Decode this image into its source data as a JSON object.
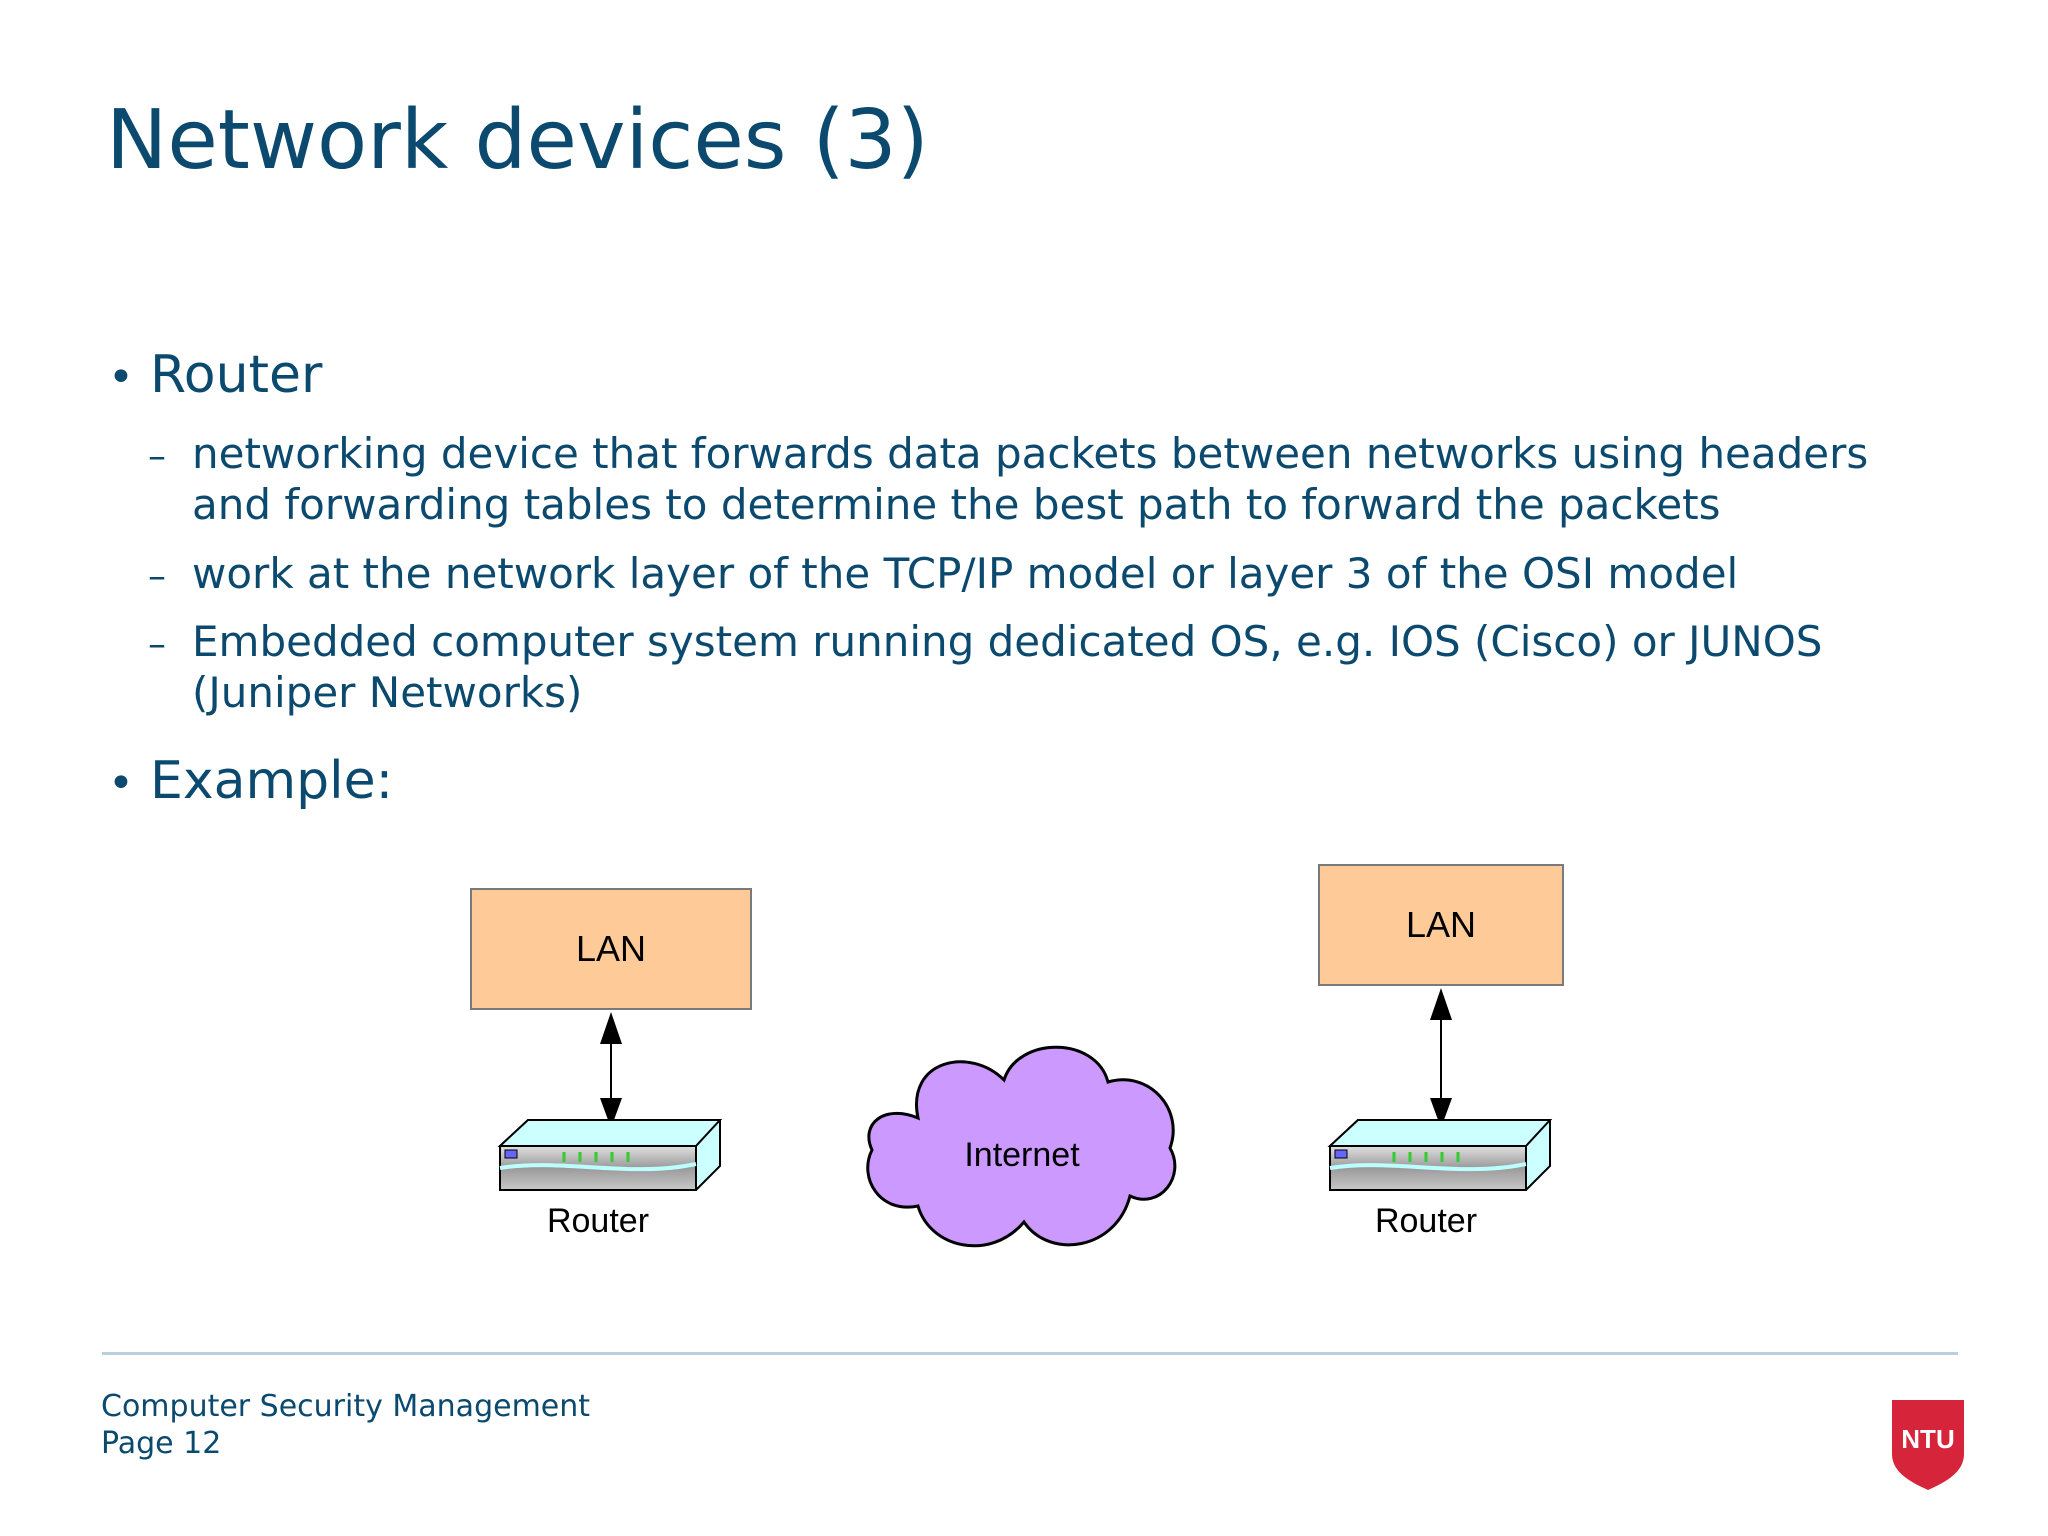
{
  "slide": {
    "title": "Network devices (3)",
    "bullets": [
      {
        "label": "Router",
        "subitems": [
          "networking device that forwards data packets between networks using headers and forwarding tables to determine the best path to forward the packets",
          "work at the network layer of the TCP/IP model or layer 3 of the OSI model",
          "Embedded computer system running dedicated OS, e.g. IOS (Cisco) or JUNOS (Juniper Networks)"
        ]
      },
      {
        "label": "Example:"
      }
    ]
  },
  "diagram": {
    "left_lan": "LAN",
    "right_lan": "LAN",
    "left_router": "Router",
    "right_router": "Router",
    "internet": "Internet",
    "colors": {
      "lan_fill": "#fecb98",
      "cloud_fill": "#cc99ff",
      "router_top": "#ccffff",
      "router_leds": "#33cc33"
    }
  },
  "footer": {
    "course": "Computer Security Management",
    "page": "Page 12"
  },
  "logo": {
    "text": "NTU",
    "color": "#d6243a"
  }
}
